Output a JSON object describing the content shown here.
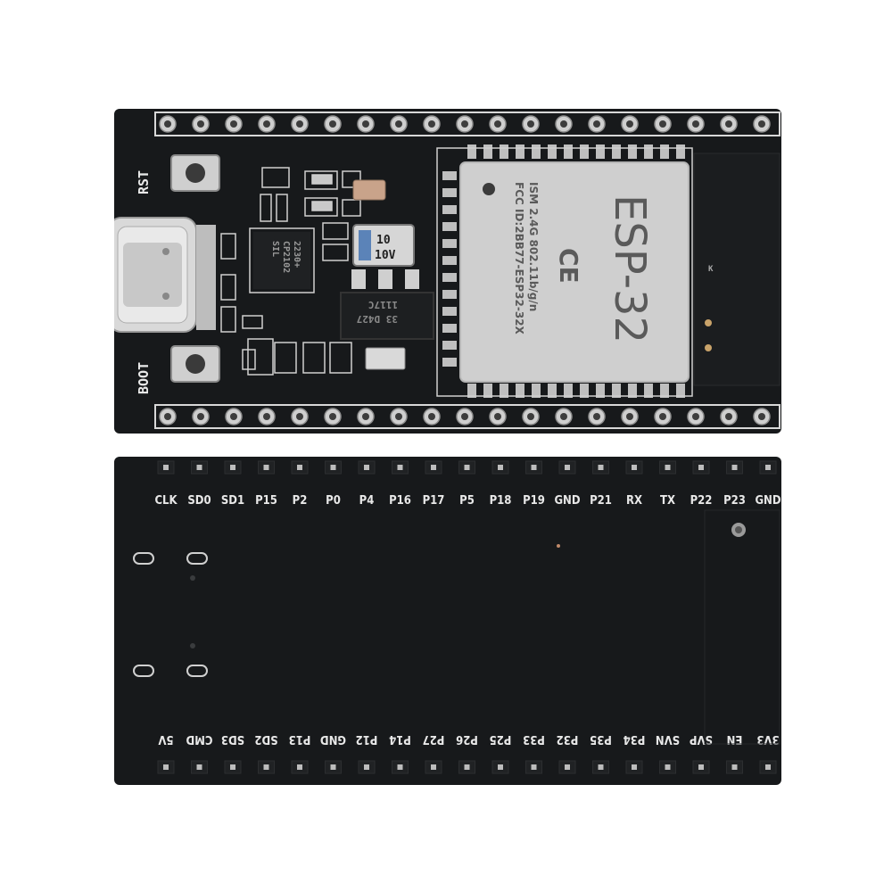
{
  "front": {
    "rst_label": "RST",
    "boot_label": "BOOT",
    "module": {
      "name": "ESP-32",
      "line1": "ISM 2.4G 802.11b/g/n",
      "line2": "FCC ID:2BB77-ESP32-32X",
      "ce": "CE"
    },
    "chip": {
      "line1": "SIL",
      "line2": "CP2102",
      "line3": "2230+"
    },
    "capacitor": {
      "line1": "10",
      "line2": "10V"
    },
    "regulator": {
      "line1": "1117C",
      "line2": "33 D427"
    },
    "antenna_mark": "K"
  },
  "back": {
    "top_pins": [
      "CLK",
      "SD0",
      "SD1",
      "P15",
      "P2",
      "P0",
      "P4",
      "P16",
      "P17",
      "P5",
      "P18",
      "P19",
      "GND",
      "P21",
      "RX",
      "TX",
      "P22",
      "P23",
      "GND"
    ],
    "bottom_pins": [
      "5V",
      "CMD",
      "SD3",
      "SD2",
      "P13",
      "GND",
      "P12",
      "P14",
      "P27",
      "P26",
      "P25",
      "P33",
      "P32",
      "P35",
      "P34",
      "SVN",
      "SVP",
      "EN",
      "3V3"
    ]
  },
  "colors": {
    "pcb": "#17191b",
    "module_shield": "#cfcfcf",
    "silkscreen": "#e9e9e9"
  }
}
